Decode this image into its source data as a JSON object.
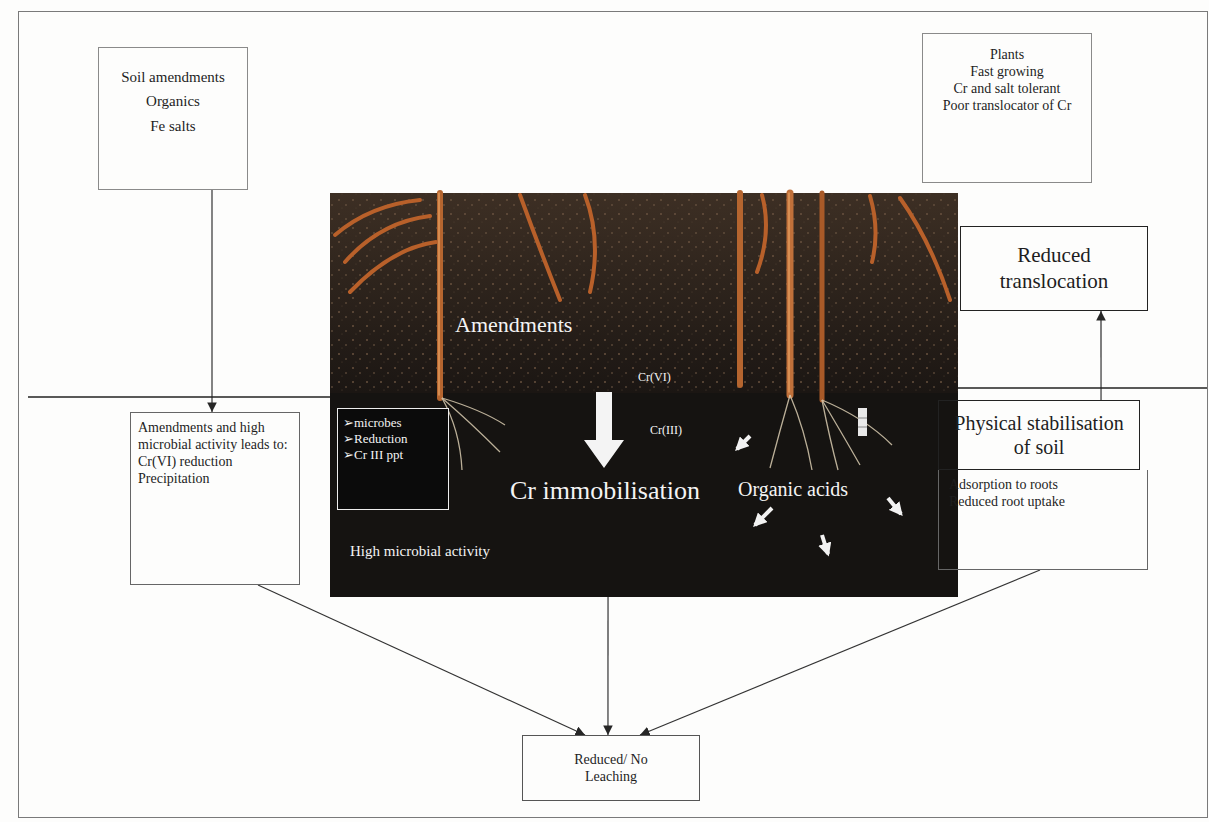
{
  "diagram": {
    "nodes": [
      {
        "text": [
          "Soil amendments",
          "Organics",
          "Fe salts"
        ]
      },
      {
        "text": [
          "Plants",
          "Fast growing",
          "Cr and salt tolerant",
          "Poor translocator of Cr"
        ]
      },
      {
        "text": [
          "Reduced translocation"
        ]
      },
      {
        "text": [
          "Amendments",
          "Cr(VI)",
          "Cr(III)",
          "Cr immobilisation",
          "Organic acids",
          "High microbial activity"
        ]
      },
      {
        "text": [
          "➢microbes",
          "➢Reduction",
          "➢Cr III ppt"
        ],
        "in": 3
      },
      {
        "text": [
          "Amendments and high microbial activity leads to:",
          "Cr(VI) reduction",
          "Precipitation"
        ]
      },
      {
        "text": [
          "Physical stabilisation of soil"
        ]
      },
      {
        "text": [
          "Adsorption to roots",
          "Reduced root uptake"
        ]
      },
      {
        "text": [
          "Reduced/ No Leaching"
        ]
      }
    ],
    "edges": [
      {
        "from": 0,
        "to": 5,
        "arrow": "to"
      },
      {
        "from": 6,
        "to": 2,
        "arrow": "to"
      },
      {
        "from": 5,
        "to": 8,
        "arrow": "to"
      },
      {
        "from": 3,
        "to": 8,
        "arrow": "to"
      },
      {
        "from": 7,
        "to": 8,
        "arrow": "to"
      }
    ]
  }
}
